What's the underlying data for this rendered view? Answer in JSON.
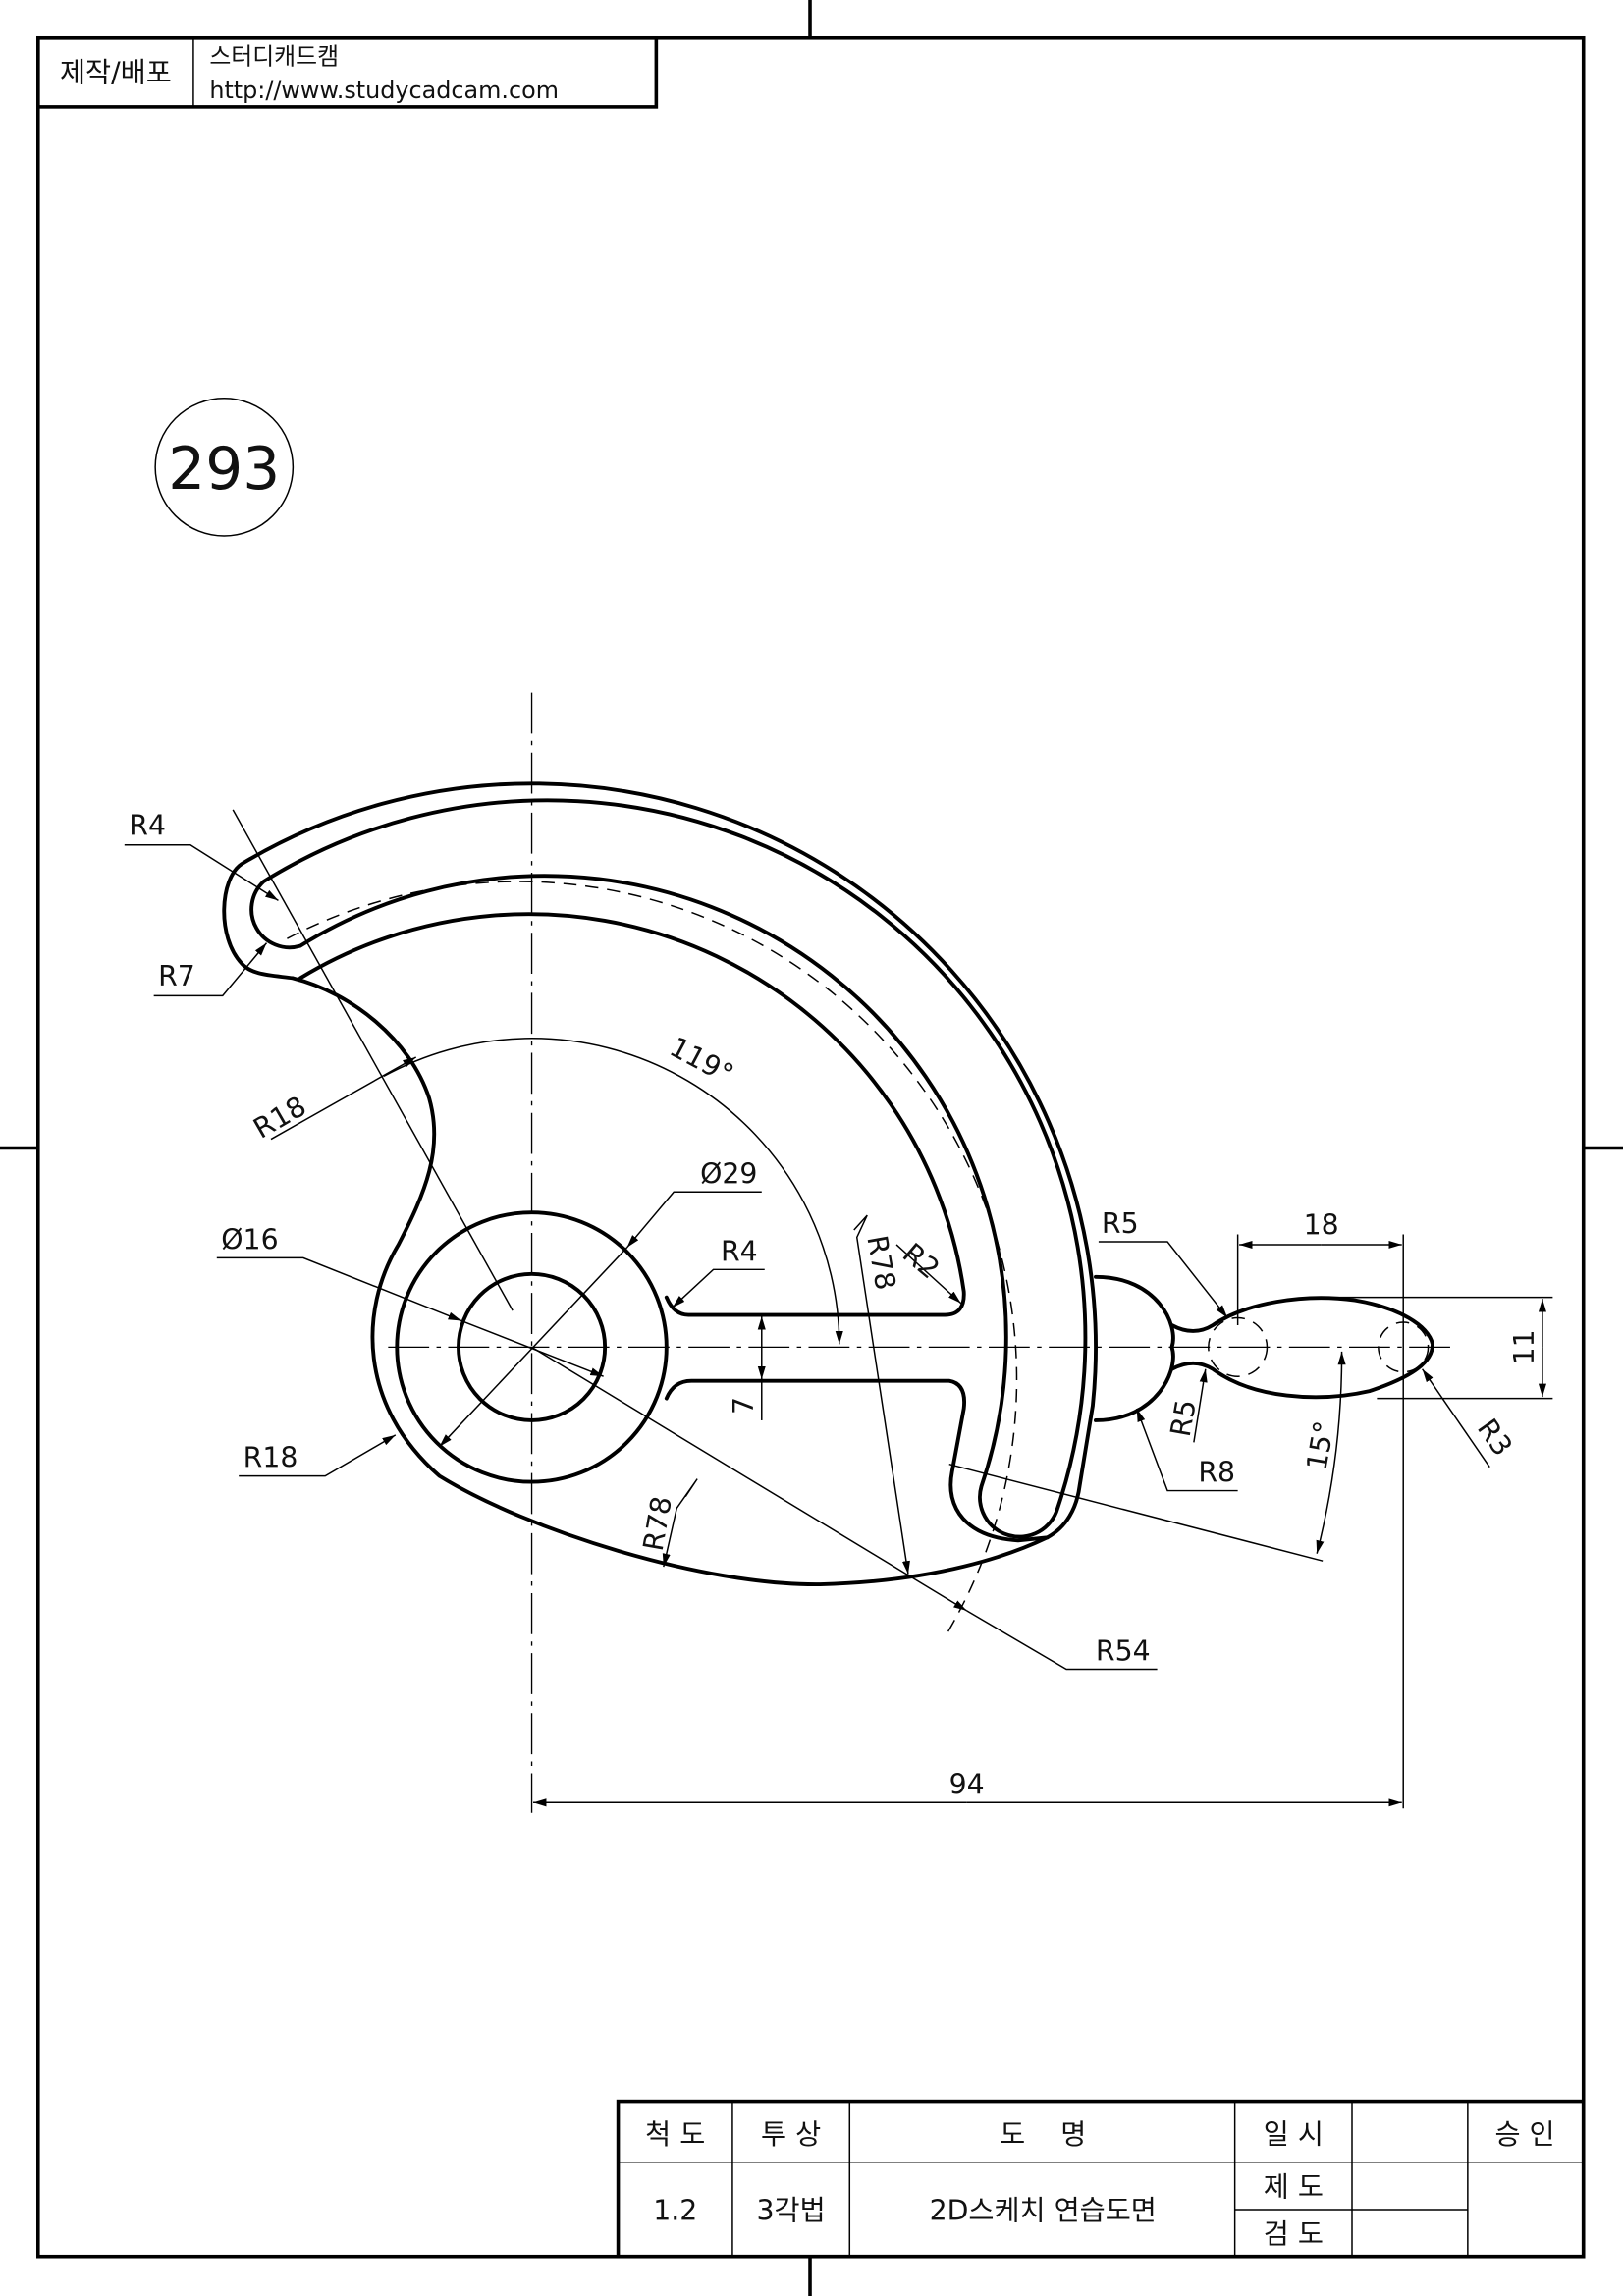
{
  "header": {
    "label": "제작/배포",
    "company": "스터디캐드캠",
    "url": "http://www.studycadcam.com"
  },
  "drawing_number": "293",
  "dimensions": {
    "r4_left": "R4",
    "r7": "R7",
    "r18_upper": "R18",
    "angle_119": "119°",
    "dia29": "Ø29",
    "dia16": "Ø16",
    "r4_right": "R4",
    "r2": "R2",
    "r78_upper": "R78",
    "seven": "7",
    "r18_lower": "R18",
    "r78_lower": "R78",
    "r54": "R54",
    "r5_upper": "R5",
    "eighteen": "18",
    "eleven": "11",
    "r5_lower": "R5",
    "r8": "R8",
    "r3": "R3",
    "angle_15": "15°",
    "ninety_four": "94"
  },
  "title_block": {
    "scale_label": "척 도",
    "projection_label": "투 상",
    "name_label": "도    명",
    "date_label": "일 시",
    "approval_label": "승 인",
    "scale_value": "1.2",
    "projection_value": "3각법",
    "name_value": "2D스케치 연습도면",
    "drafted_label": "제 도",
    "checked_label": "검 도"
  }
}
